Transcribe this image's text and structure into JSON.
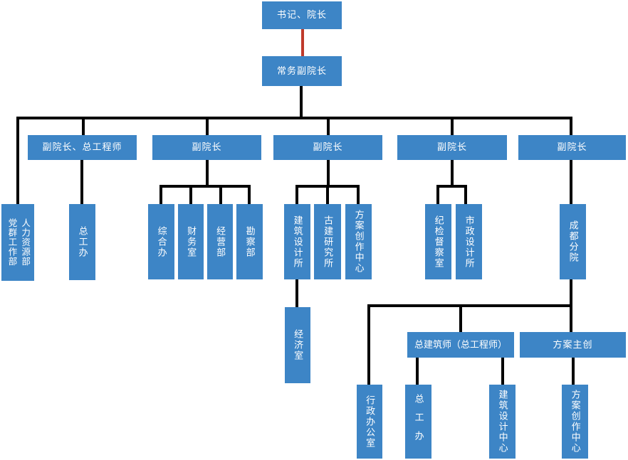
{
  "diagram": {
    "type": "org-chart",
    "colors": {
      "node_fill": "#3d85c6",
      "node_text": "#ffffff",
      "connector": "#000000",
      "root_connector": "#bf3a2b"
    },
    "nodes": {
      "root": {
        "label": "书记、院长"
      },
      "exec_vp": {
        "label": "常务副院长"
      },
      "dept_party": {
        "label": "党群工作部"
      },
      "dept_hr": {
        "label": "人力资源部"
      },
      "vp_chief": {
        "label": "副院长、总工程师"
      },
      "chief_office": {
        "label": "总工办"
      },
      "vp2": {
        "label": "副院长"
      },
      "general_office": {
        "label": "综合办"
      },
      "finance": {
        "label": "财务室"
      },
      "operations": {
        "label": "经营部"
      },
      "survey": {
        "label": "勘察部"
      },
      "vp3": {
        "label": "副院长"
      },
      "arch_design_inst": {
        "label": "建筑设计所"
      },
      "heritage_inst": {
        "label": "古建研究所"
      },
      "creation_center": {
        "label": "方案创作中心"
      },
      "economy": {
        "label": "经济室"
      },
      "vp4": {
        "label": "副院长"
      },
      "discipline": {
        "label": "纪检督察室"
      },
      "municipal": {
        "label": "市政设计所"
      },
      "vp5": {
        "label": "副院长"
      },
      "chengdu_branch": {
        "label": "成都分院"
      },
      "admin_office": {
        "label": "行政办公室"
      },
      "chief_office2": {
        "label": "总工办"
      },
      "chief_architect": {
        "label": "总建筑师（总工程师）"
      },
      "arch_design_center": {
        "label": "建筑设计中心"
      },
      "scheme_lead": {
        "label": "方案主创"
      },
      "creation_center2": {
        "label": "方案创作中心"
      }
    },
    "edges": [
      {
        "from": "root",
        "to": "exec_vp",
        "style": "red"
      },
      {
        "from": "exec_vp",
        "to": "dept_party"
      },
      {
        "from": "exec_vp",
        "to": "dept_hr"
      },
      {
        "from": "exec_vp",
        "to": "vp_chief"
      },
      {
        "from": "exec_vp",
        "to": "vp2"
      },
      {
        "from": "exec_vp",
        "to": "vp3"
      },
      {
        "from": "exec_vp",
        "to": "vp4"
      },
      {
        "from": "exec_vp",
        "to": "vp5"
      },
      {
        "from": "vp_chief",
        "to": "chief_office"
      },
      {
        "from": "vp2",
        "to": "general_office"
      },
      {
        "from": "vp2",
        "to": "finance"
      },
      {
        "from": "vp2",
        "to": "operations"
      },
      {
        "from": "vp2",
        "to": "survey"
      },
      {
        "from": "vp3",
        "to": "arch_design_inst"
      },
      {
        "from": "vp3",
        "to": "heritage_inst"
      },
      {
        "from": "vp3",
        "to": "creation_center"
      },
      {
        "from": "arch_design_inst",
        "to": "economy"
      },
      {
        "from": "vp4",
        "to": "discipline"
      },
      {
        "from": "vp4",
        "to": "municipal"
      },
      {
        "from": "vp5",
        "to": "chengdu_branch"
      },
      {
        "from": "chengdu_branch",
        "to": "admin_office"
      },
      {
        "from": "chengdu_branch",
        "to": "chief_architect"
      },
      {
        "from": "chengdu_branch",
        "to": "scheme_lead"
      },
      {
        "from": "chief_architect",
        "to": "chief_office2"
      },
      {
        "from": "chief_architect",
        "to": "arch_design_center"
      },
      {
        "from": "scheme_lead",
        "to": "creation_center2"
      }
    ]
  }
}
